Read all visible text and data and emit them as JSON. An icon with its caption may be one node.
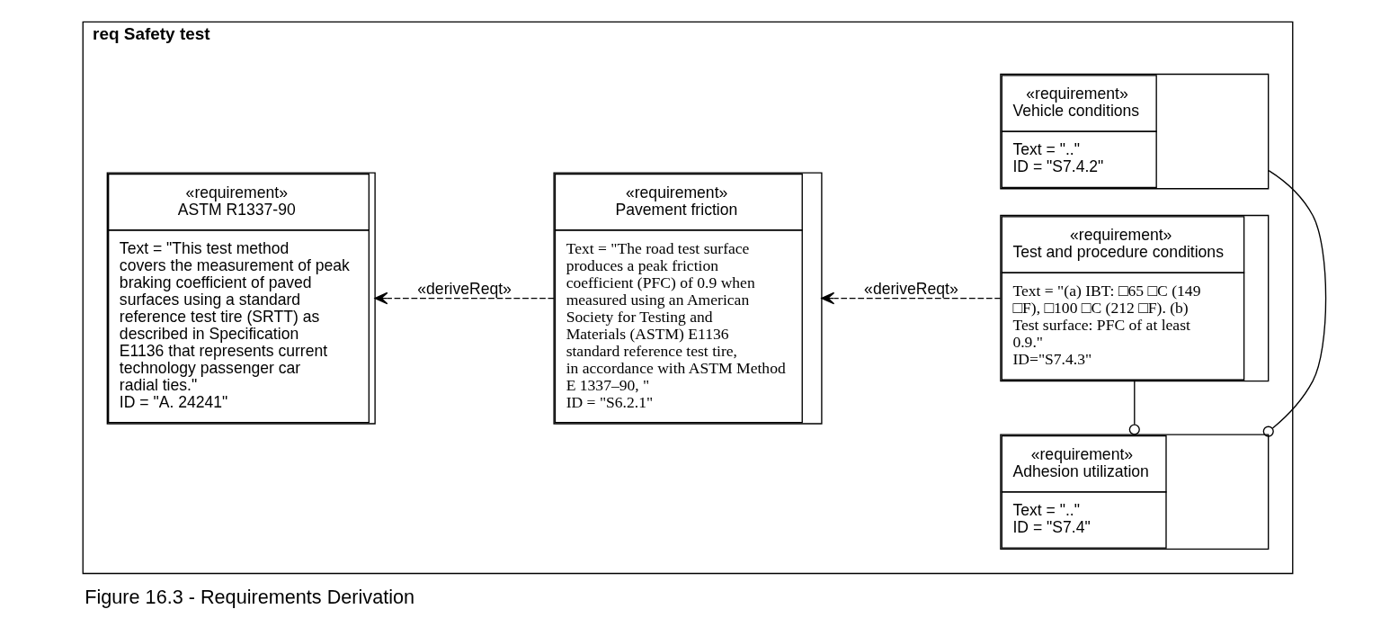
{
  "diagram": {
    "caption": "Figure 16.3 - Requirements Derivation",
    "nodes": [
      {
        "text": [
          "req Safety test"
        ]
      },
      {
        "text": [
          "«requirement»",
          "ASTM R1337-90",
          "Text = \"This test method covers the measurement of peak braking coefficient of paved surfaces using a standard reference test tire (SRTT) as described in Specification E1136 that represents current technology passenger car radial ties.\"",
          "ID = \"A. 24241\""
        ],
        "in": 0
      },
      {
        "text": [
          "«requirement»",
          "Pavement friction",
          "Text = \"The road test surface produces a peak friction coefficient (PFC) of 0.9 when measured using an American Society for Testing and Materials (ASTM) E1136 standard reference test tire, in accordance with ASTM Method E 1337–90, \"",
          "ID = \"S6.2.1\""
        ],
        "in": 0
      },
      {
        "text": [
          "«requirement»",
          "Adhesion utilization",
          "Text = \"..\"",
          "ID = \"S7.4\""
        ],
        "in": 0
      },
      {
        "text": [
          "«requirement»",
          "Vehicle conditions",
          "Text = \"..\"",
          "ID = \"S7.4.2\""
        ],
        "in": 0
      },
      {
        "text": [
          "«requirement»",
          "Test and procedure conditions",
          "Text = \"(a) IBT: □65 □C (149 □F), □100 □C (212 □F). (b) Test surface: PFC of at least 0.9.\"",
          "ID=\"S7.4.3\""
        ],
        "in": 0
      }
    ],
    "edges": [
      {
        "from": 2,
        "to": 1,
        "arrow": "to",
        "label": "«deriveReqt»",
        "style": "dashed"
      },
      {
        "from": 5,
        "to": 2,
        "arrow": "to",
        "label": "«deriveReqt»",
        "style": "dashed"
      },
      {
        "from": 3,
        "to": 4,
        "arrow": "other"
      },
      {
        "from": 3,
        "to": 5,
        "arrow": "other"
      }
    ]
  }
}
